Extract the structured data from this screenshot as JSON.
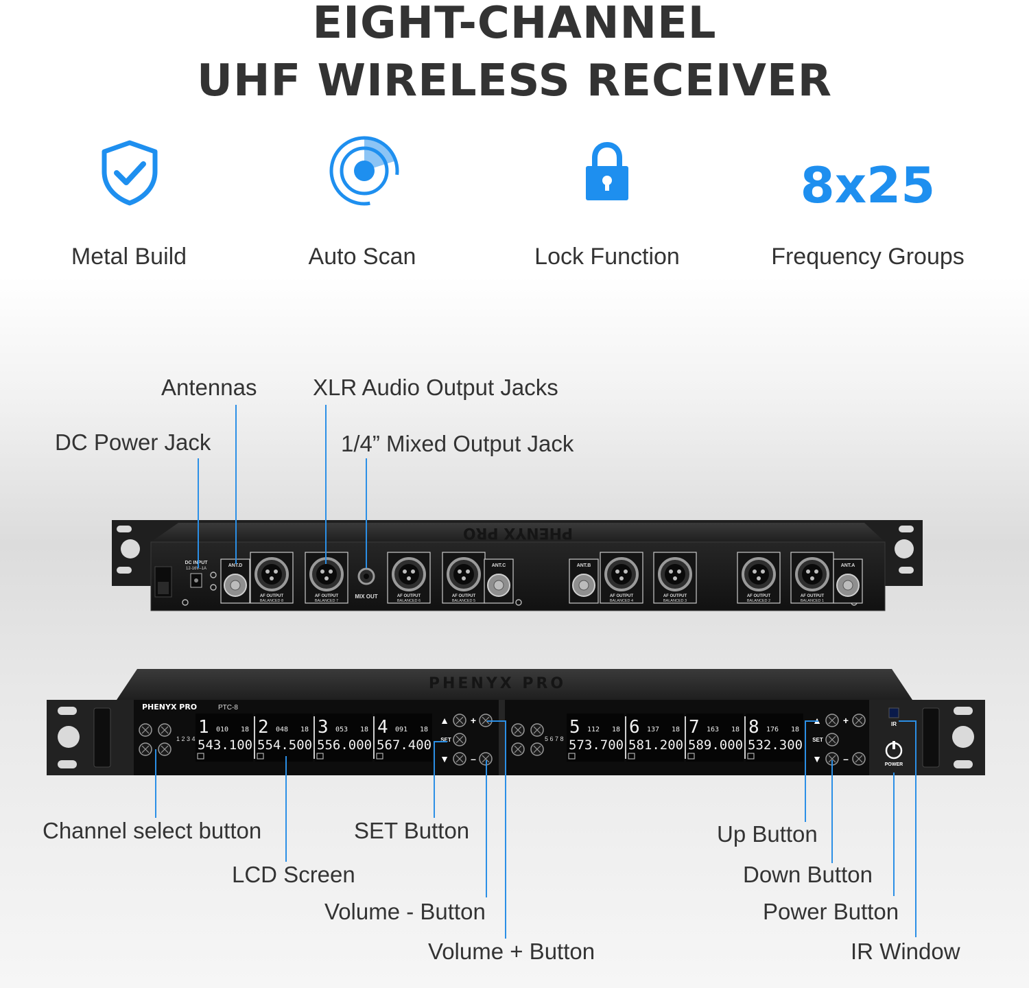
{
  "header": {
    "line1": "EIGHT-CHANNEL",
    "line2": "UHF WIRELESS RECEIVER"
  },
  "features": [
    {
      "icon": "shield-check-icon",
      "label": "Metal Build"
    },
    {
      "icon": "radar-scan-icon",
      "label": "Auto Scan"
    },
    {
      "icon": "padlock-icon",
      "label": "Lock Function"
    },
    {
      "value": "8x25",
      "label": "Frequency Groups"
    }
  ],
  "colors": {
    "accent": "#1e8fef",
    "text": "#333333",
    "device": "#1c1c1c"
  },
  "rear_labels": {
    "antennas": "Antennas",
    "xlr_jacks": "XLR Audio Output Jacks",
    "dc_jack": "DC Power Jack",
    "mixed_jack": "1/4” Mixed Output Jack"
  },
  "rear_panel": {
    "brand_mark": "PHENYX PRO",
    "dc_text": "DC INPUT",
    "dc_spec": "12-16V–1A",
    "mix_out": "MIX OUT",
    "ant_labels": [
      "ANT.D",
      "ANT.C",
      "ANT.B",
      "ANT.A"
    ],
    "xlr_line1": "AF OUTPUT",
    "xlr_line2": [
      "BALANCED 8",
      "BALANCED 7",
      "BALANCED 6",
      "BALANCED 5",
      "BALANCED 4",
      "BALANCED 3",
      "BALANCED 2",
      "BALANCED 1"
    ]
  },
  "front_panel": {
    "brand": "PHENYX PRO",
    "model": "PTC-8",
    "top_brand": "PHENYX PRO",
    "set_label": "SET",
    "power_label": "POWER",
    "ir_label": "IR",
    "channels": [
      {
        "num": "1",
        "group": "010",
        "vol": "18",
        "freq": "543.100"
      },
      {
        "num": "2",
        "group": "048",
        "vol": "18",
        "freq": "554.500"
      },
      {
        "num": "3",
        "group": "053",
        "vol": "18",
        "freq": "556.000"
      },
      {
        "num": "4",
        "group": "091",
        "vol": "18",
        "freq": "567.400"
      },
      {
        "num": "5",
        "group": "112",
        "vol": "18",
        "freq": "573.700"
      },
      {
        "num": "6",
        "group": "137",
        "vol": "18",
        "freq": "581.200"
      },
      {
        "num": "7",
        "group": "163",
        "vol": "18",
        "freq": "589.000"
      },
      {
        "num": "8",
        "group": "176",
        "vol": "18",
        "freq": "532.300"
      }
    ],
    "select_left": "1 2 3 4",
    "select_right": "5 6 7 8"
  },
  "front_labels": {
    "channel_select": "Channel select button",
    "lcd": "LCD Screen",
    "set": "SET Button",
    "vol_minus": "Volume - Button",
    "vol_plus": "Volume + Button",
    "up": "Up Button",
    "down": "Down Button",
    "power": "Power Button",
    "ir": "IR Window"
  }
}
